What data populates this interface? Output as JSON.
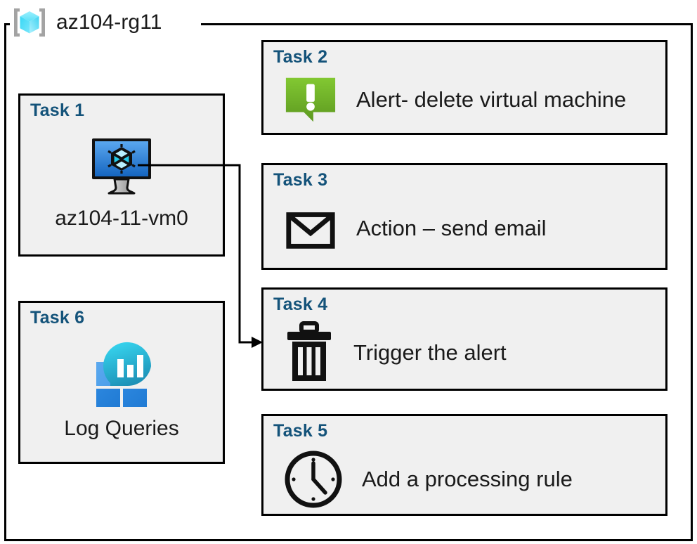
{
  "resource_group": {
    "name": "az104-rg11",
    "icon": "azure-resource-group-icon"
  },
  "colors": {
    "task_title": "#14537a",
    "card_fill": "#f0f0f0",
    "card_border": "#000000",
    "alert_green": "#76bc21",
    "vm_blue": "#3e8ede",
    "log_analytics_cyan": "#2bc8e8",
    "log_analytics_blue": "#2383d8",
    "rg_icon_cyan": "#50e6ff",
    "rg_icon_bracket": "#a0a0a0"
  },
  "cards": [
    {
      "id": "task-1",
      "title": "Task 1",
      "caption": "az104-11-vm0",
      "icon": "virtual-machine-icon",
      "layout": "vertical"
    },
    {
      "id": "task-2",
      "title": "Task 2",
      "caption": "Alert- delete virtual machine",
      "icon": "alert-bubble-icon",
      "layout": "horizontal"
    },
    {
      "id": "task-3",
      "title": "Task 3",
      "caption": "Action – send email",
      "icon": "envelope-icon",
      "layout": "horizontal"
    },
    {
      "id": "task-4",
      "title": "Task 4",
      "caption": "Trigger the alert",
      "icon": "trash-icon",
      "layout": "horizontal"
    },
    {
      "id": "task-5",
      "title": "Task 5",
      "caption": "Add a processing rule",
      "icon": "clock-icon",
      "layout": "horizontal"
    },
    {
      "id": "task-6",
      "title": "Task 6",
      "caption": "Log Queries",
      "icon": "log-analytics-icon",
      "layout": "vertical"
    }
  ],
  "connectors": [
    {
      "id": "vm-to-task4",
      "from": "task-1",
      "to": "task-4",
      "arrow": "right"
    }
  ]
}
